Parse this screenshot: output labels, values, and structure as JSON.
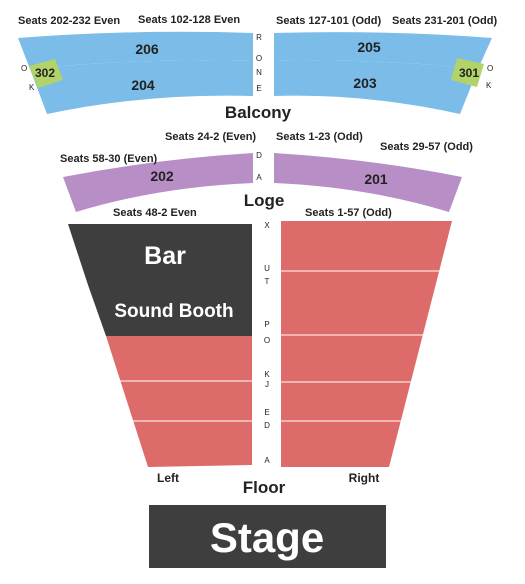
{
  "colors": {
    "balcony": "#7bbde8",
    "box": "#b1d36a",
    "loge": "#b88ec6",
    "floor": "#dd6b69",
    "dark": "#3e3e3e",
    "divider": "#ffffff"
  },
  "balcony": {
    "title": "Balcony",
    "notes": {
      "far_left": "Seats 202-232 Even",
      "center_left": "Seats 102-128 Even",
      "center_right": "Seats 127-101 (Odd)",
      "far_right": "Seats 231-201 (Odd)"
    },
    "sections": {
      "s206": "206",
      "s204": "204",
      "s205": "205",
      "s203": "203",
      "s302": "302",
      "s301": "301"
    },
    "aisle_rows": [
      "R",
      "O",
      "N",
      "E"
    ],
    "box_rows_left": [
      "O",
      "K"
    ],
    "box_rows_right": [
      "O",
      "K"
    ]
  },
  "loge": {
    "title": "Loge",
    "notes": {
      "far_left": "Seats 58-30 (Even)",
      "center_left": "Seats 24-2 (Even)",
      "center_right": "Seats 1-23 (Odd)",
      "far_right": "Seats 29-57 (Odd)"
    },
    "sections": {
      "s202": "202",
      "s201": "201"
    },
    "aisle_rows": [
      "D",
      "A"
    ]
  },
  "floor": {
    "title": "Floor",
    "notes": {
      "left": "Seats 48-2 Even",
      "right": "Seats 1-57 (Odd)"
    },
    "bar": "Bar",
    "sound_booth": "Sound Booth",
    "left_label": "Left",
    "right_label": "Right",
    "aisle_rows": [
      "X",
      "U",
      "T",
      "P",
      "O",
      "K",
      "J",
      "E",
      "D",
      "A"
    ]
  },
  "stage": "Stage"
}
